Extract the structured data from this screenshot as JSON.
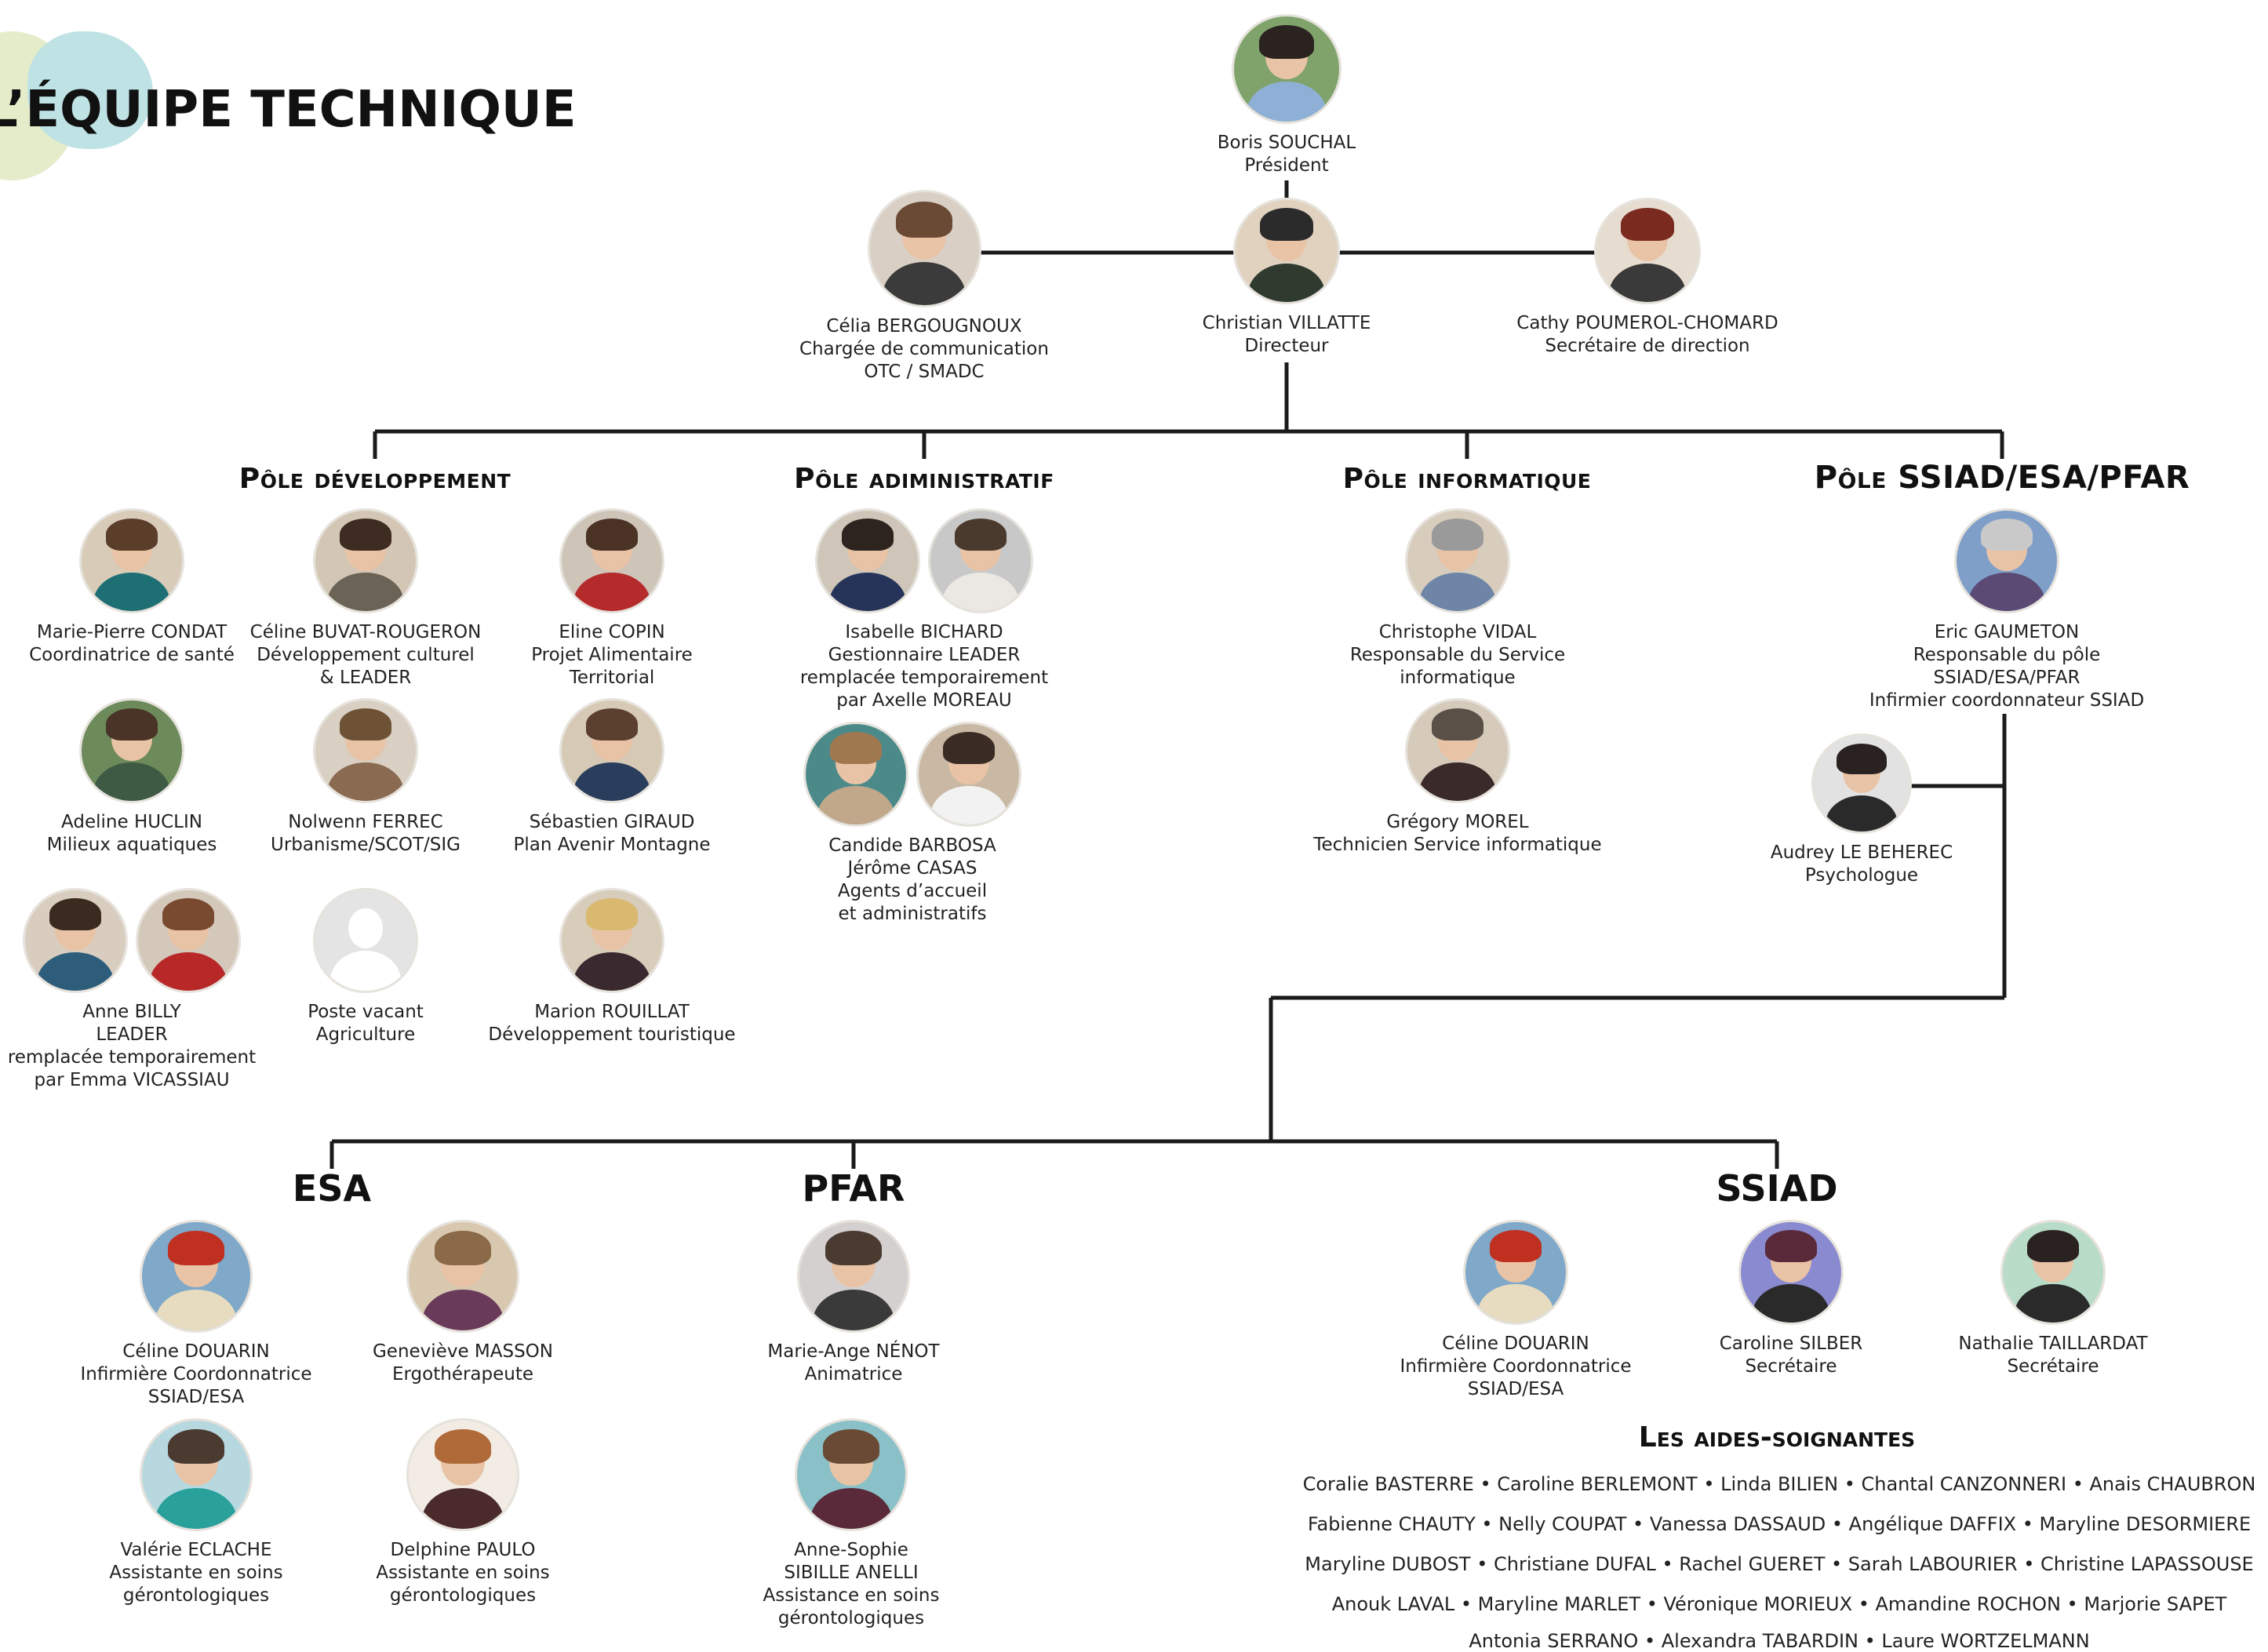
{
  "page_title": "L’ÉQUIPE TECHNIQUE",
  "top": {
    "president": {
      "name": "Boris SOUCHAL",
      "role": "Président"
    },
    "left": {
      "name": "Célia BERGOUGNOUX",
      "role_lines": [
        "Chargée de communication",
        "OTC / SMADC"
      ]
    },
    "director": {
      "name": "Christian VILLATTE",
      "role": "Directeur"
    },
    "right": {
      "name": "Cathy POUMEROL-CHOMARD",
      "role": "Secrétaire de direction"
    }
  },
  "poles": {
    "dev": "Pôle développement",
    "admin": "Pôle adiministratif",
    "info": "Pôle informatique",
    "ssiad": "Pôle SSIAD/ESA/PFAR"
  },
  "dev_people": [
    {
      "lines": [
        "Marie-Pierre CONDAT",
        "Coordinatrice de santé"
      ]
    },
    {
      "lines": [
        "Céline BUVAT-ROUGERON",
        "Développement culturel",
        "& LEADER"
      ]
    },
    {
      "lines": [
        "Eline COPIN",
        "Projet Alimentaire",
        "Territorial"
      ]
    },
    {
      "lines": [
        "Adeline HUCLIN",
        "Milieux aquatiques"
      ]
    },
    {
      "lines": [
        "Nolwenn FERREC",
        "Urbanisme/SCOT/SIG"
      ]
    },
    {
      "lines": [
        "Sébastien GIRAUD",
        "Plan Avenir Montagne"
      ]
    },
    {
      "lines": [
        "Anne BILLY",
        "LEADER",
        "remplacée temporairement",
        "par Emma VICASSIAU"
      ]
    },
    {
      "lines": [
        "Poste vacant",
        "Agriculture"
      ]
    },
    {
      "lines": [
        "Marion ROUILLAT",
        "Développement touristique"
      ]
    }
  ],
  "admin_people": [
    {
      "lines": [
        "Isabelle BICHARD",
        "Gestionnaire LEADER",
        "remplacée temporairement",
        "par Axelle MOREAU"
      ]
    },
    {
      "lines": [
        "Candide BARBOSA",
        "Jérôme CASAS",
        "Agents d’accueil",
        "et administratifs"
      ]
    }
  ],
  "info_people": [
    {
      "lines": [
        "Christophe VIDAL",
        "Responsable du Service",
        "informatique"
      ]
    },
    {
      "lines": [
        "Grégory MOREL",
        "Technicien Service informatique"
      ]
    }
  ],
  "ssiad_people": [
    {
      "lines": [
        "Eric GAUMETON",
        "Responsable du pôle",
        "SSIAD/ESA/PFAR",
        "Infirmier coordonnateur SSIAD"
      ]
    },
    {
      "lines": [
        "Audrey LE BEHEREC",
        "Psychologue"
      ]
    }
  ],
  "sections": {
    "esa": "ESA",
    "pfar": "PFAR",
    "ssiad": "SSIAD"
  },
  "esa_people": [
    {
      "lines": [
        "Céline DOUARIN",
        "Infirmière Coordonnatrice",
        "SSIAD/ESA"
      ]
    },
    {
      "lines": [
        "Geneviève MASSON",
        "Ergothérapeute"
      ]
    },
    {
      "lines": [
        "Valérie ECLACHE",
        "Assistante en soins",
        "gérontologiques"
      ]
    },
    {
      "lines": [
        "Delphine PAULO",
        "Assistante en soins",
        "gérontologiques"
      ]
    }
  ],
  "pfar_people": [
    {
      "lines": [
        "Marie-Ange NÉNOT",
        "Animatrice"
      ]
    },
    {
      "lines": [
        "Anne-Sophie",
        "SIBILLE ANELLI",
        "Assistance en soins",
        "gérontologiques"
      ]
    }
  ],
  "ssiad_team": [
    {
      "lines": [
        "Céline DOUARIN",
        "Infirmière Coordonnatrice",
        "SSIAD/ESA"
      ]
    },
    {
      "lines": [
        "Caroline SILBER",
        "Secrétaire"
      ]
    },
    {
      "lines": [
        "Nathalie TAILLARDAT",
        "Secrétaire"
      ]
    }
  ],
  "aides": {
    "title": "Les aides-soignantes",
    "lines": [
      "Coralie BASTERRE • Caroline BERLEMONT • Linda BILIEN • Chantal CANZONNERI • Anais CHAUBRON",
      "Fabienne CHAUTY • Nelly COUPAT • Vanessa DASSAUD • Angélique DAFFIX • Maryline DESORMIERE",
      "Maryline DUBOST • Christiane DUFAL • Rachel GUERET • Sarah LABOURIER • Christine LAPASSOUSE",
      "Anouk LAVAL • Maryline MARLET • Véronique MORIEUX • Amandine ROCHON • Marjorie SAPET",
      "Antonia SERRANO • Alexandra TABARDIN • Laure WORTZELMANN"
    ]
  },
  "colors": {
    "line": "#1a1a1a",
    "blob_green": "#e4ecc9",
    "blob_blue": "#bfe2e4"
  }
}
